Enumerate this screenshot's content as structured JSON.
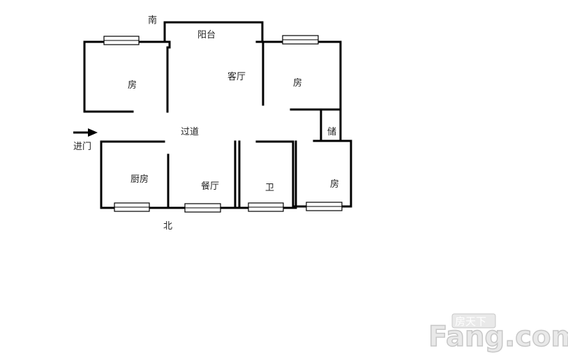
{
  "compass": {
    "south": "南",
    "north": "北"
  },
  "entrance": {
    "label": "进门"
  },
  "rooms": {
    "balcony": "阳台",
    "living_room": "客厅",
    "bedroom_west": "房",
    "bedroom_east": "房",
    "storage": "储",
    "corridor": "过道",
    "kitchen": "厨房",
    "dining_room": "餐厅",
    "bathroom": "卫",
    "bedroom_north": "房"
  },
  "watermark": {
    "brand": "Fang.com",
    "chinese": "房天下"
  }
}
